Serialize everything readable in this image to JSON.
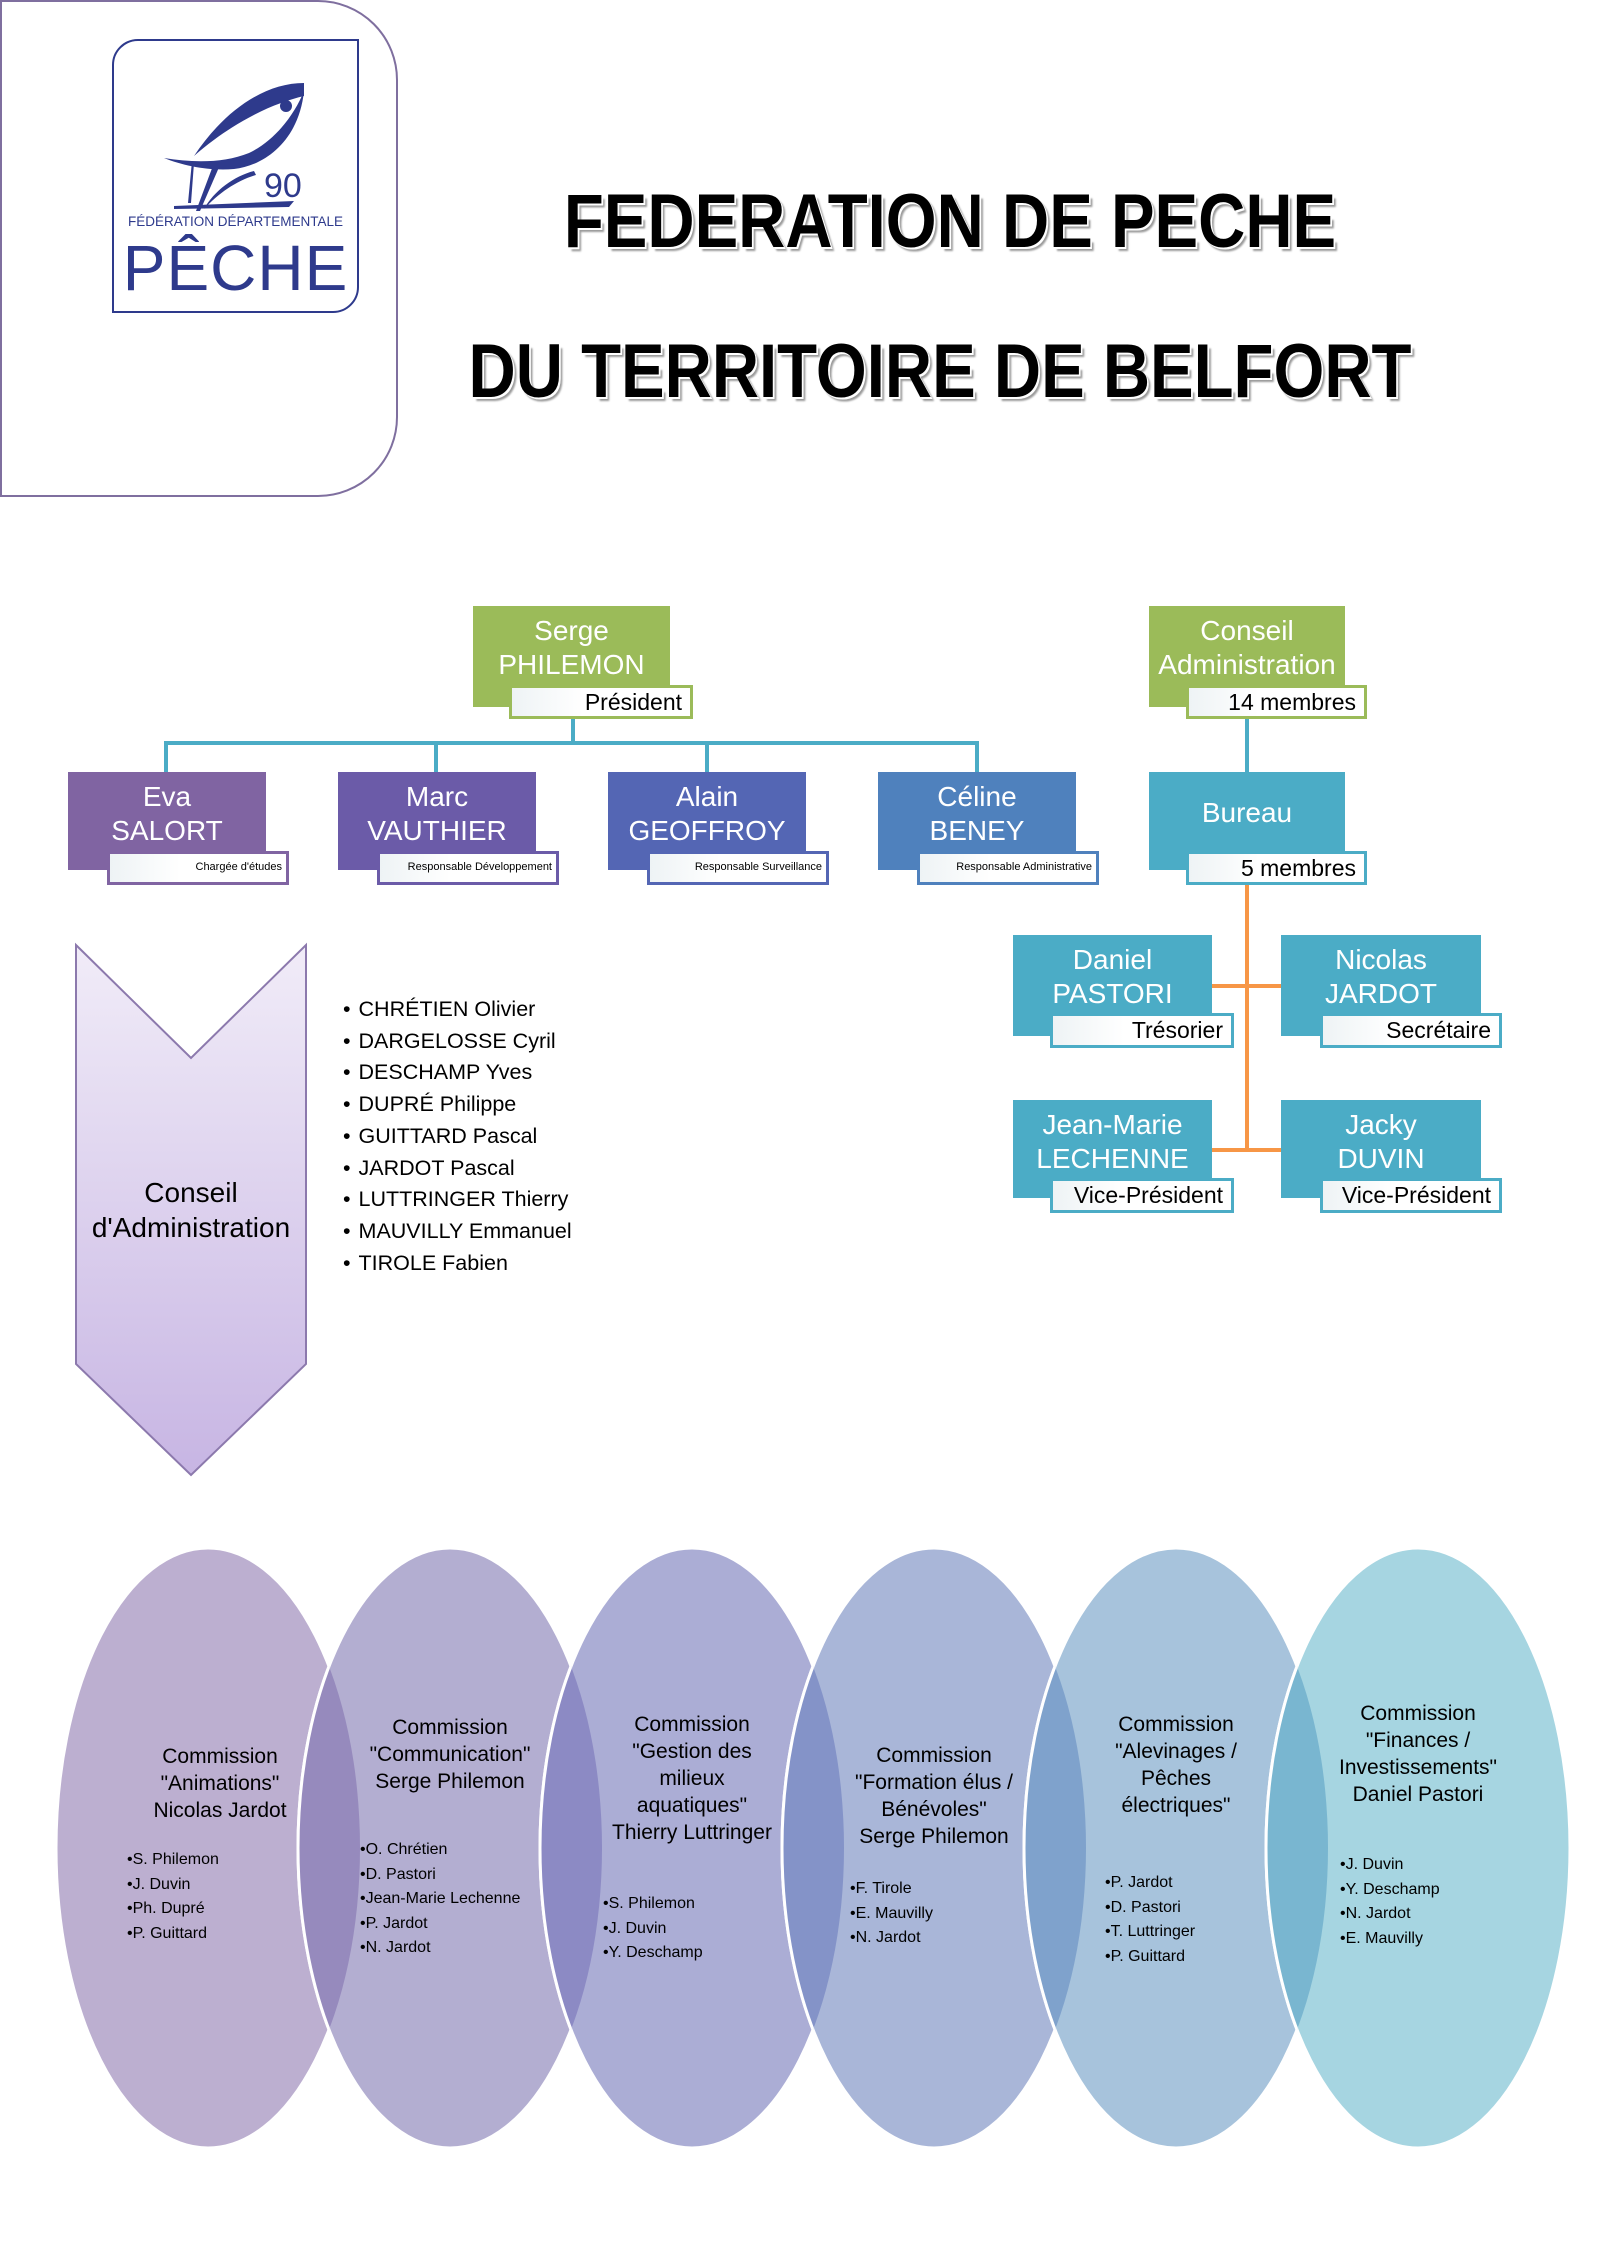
{
  "logo": {
    "number": "90",
    "subtitle": "FÉDÉRATION DÉPARTEMENTALE",
    "name": "PÊCHE",
    "color": "#2E3A8C",
    "icon": "fish-icon"
  },
  "title": {
    "line1": "FEDERATION DE PECHE",
    "line2": "DU TERRITOIRE DE BELFORT"
  },
  "president": {
    "first": "Serge",
    "last": "PHILEMON",
    "role": "Président",
    "color": "#9BBB59"
  },
  "staff": [
    {
      "first": "Eva",
      "last": "SALORT",
      "role": "Chargée d'études",
      "color": "#8064A2"
    },
    {
      "first": "Marc",
      "last": "VAUTHIER",
      "role": "Responsable Développement",
      "color": "#6B5BA8"
    },
    {
      "first": "Alain",
      "last": "GEOFFROY",
      "role": "Responsable Surveillance",
      "color": "#5466B4"
    },
    {
      "first": "Céline",
      "last": "BENEY",
      "role": "Responsable Administrative",
      "color": "#4F81BD"
    }
  ],
  "conseil_box": {
    "line1": "Conseil",
    "line2": "Administration",
    "count": "14 membres",
    "color": "#9BBB59"
  },
  "bureau": {
    "title": "Bureau",
    "count": "5 membres",
    "color": "#4BACC6",
    "connector_color": "#F79646",
    "members": [
      {
        "first": "Daniel",
        "last": "PASTORI",
        "role": "Trésorier"
      },
      {
        "first": "Nicolas",
        "last": "JARDOT",
        "role": "Secrétaire"
      },
      {
        "first": "Jean-Marie",
        "last": "LECHENNE",
        "role": "Vice-Président"
      },
      {
        "first": "Jacky",
        "last": "DUVIN",
        "role": "Vice-Président"
      }
    ]
  },
  "conseil_administration": {
    "label_line1": "Conseil",
    "label_line2": "d'Administration",
    "members": [
      "CHRÉTIEN Olivier",
      "DARGELOSSE Cyril",
      "DESCHAMP Yves",
      "DUPRÉ Philippe",
      "GUITTARD Pascal",
      "JARDOT Pascal",
      "LUTTRINGER Thierry",
      "MAUVILLY Emmanuel",
      "TIROLE Fabien"
    ]
  },
  "commissions": [
    {
      "title_lines": [
        "Commission",
        "\"Animations\"",
        "Nicolas Jardot"
      ],
      "members": [
        "S. Philemon",
        "J. Duvin",
        "Ph. Dupré",
        "P. Guittard"
      ],
      "color": "#BCAFD0"
    },
    {
      "title_lines": [
        "Commission",
        "\"Communication\"",
        "Serge Philemon"
      ],
      "members": [
        "O. Chrétien",
        "D. Pastori",
        "Jean-Marie Lechenne",
        "P. Jardot",
        "N. Jardot"
      ],
      "color": "#B3AED1"
    },
    {
      "title_lines": [
        "Commission",
        "\"Gestion des",
        "milieux",
        "aquatiques\"",
        "Thierry Luttringer"
      ],
      "members": [
        "S. Philemon",
        "J. Duvin",
        "Y. Deschamp"
      ],
      "color": "#ABADD5"
    },
    {
      "title_lines": [
        "Commission",
        "\"Formation élus /",
        "Bénévoles\"",
        "Serge Philemon"
      ],
      "members": [
        "F. Tirole",
        "E. Mauvilly",
        "N. Jardot"
      ],
      "color": "#A9B6D8"
    },
    {
      "title_lines": [
        "Commission",
        "\"Alevinages /",
        "Pêches",
        "électriques\""
      ],
      "members": [
        "P. Jardot",
        "D. Pastori",
        "T. Luttringer",
        "P. Guittard"
      ],
      "color": "#A7C3DC"
    },
    {
      "title_lines": [
        "Commission",
        "\"Finances /",
        "Investissements\"",
        "Daniel Pastori"
      ],
      "members": [
        "J. Duvin",
        "Y. Deschamp",
        "N. Jardot",
        "E. Mauvilly"
      ],
      "color": "#A6D5E1"
    }
  ]
}
